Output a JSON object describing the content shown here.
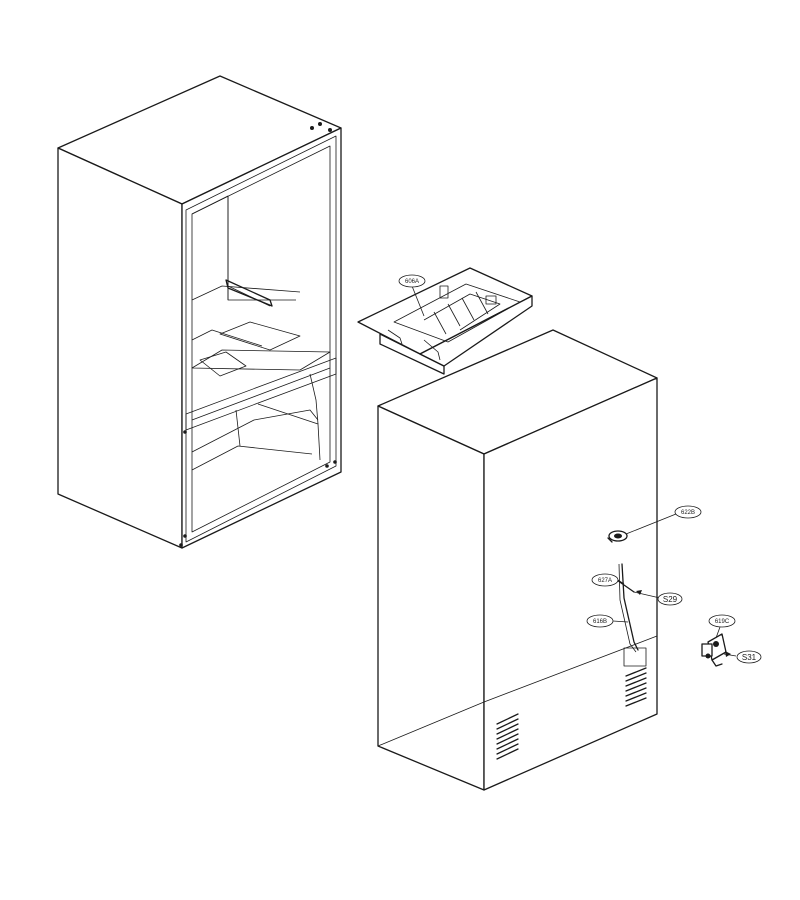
{
  "callouts": {
    "part_606a": "606A",
    "part_622b": "622B",
    "part_627a": "627A",
    "part_616b": "616B",
    "part_619c": "619C",
    "screw_s29": "S29",
    "screw_s31": "S31"
  },
  "colors": {
    "line": "#1a1a1a",
    "background": "#ffffff"
  }
}
